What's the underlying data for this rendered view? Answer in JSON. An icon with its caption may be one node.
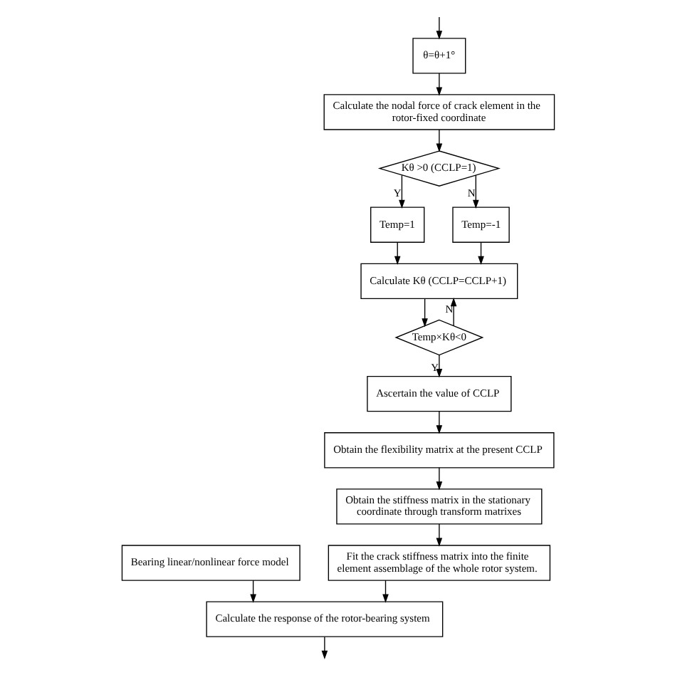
{
  "diagram": {
    "nodes": [
      {
        "text": [
          "θ=θ+1°"
        ]
      },
      {
        "text": [
          "Calculate the nodal force of crack element in the rotor-fixed coordinate"
        ]
      },
      {
        "text": [
          "Kθ >0 (CCLP=1)"
        ]
      },
      {
        "text": [
          "Temp=1"
        ]
      },
      {
        "text": [
          "Temp=-1"
        ]
      },
      {
        "text": [
          "Calculate Kθ (CCLP=CCLP+1)"
        ]
      },
      {
        "text": [
          "Temp×Kθ<0"
        ]
      },
      {
        "text": [
          "Ascertain the value of CCLP"
        ]
      },
      {
        "text": [
          "Obtain the flexibility matrix at the present CCLP"
        ]
      },
      {
        "text": [
          "Obtain the stiffness matrix in the stationary coordinate through transform matrixes"
        ]
      },
      {
        "text": [
          "Fit the crack stiffness matrix into the finite element assemblage of the whole rotor system."
        ]
      },
      {
        "text": [
          "Bearing linear/nonlinear force model"
        ]
      },
      {
        "text": [
          "Calculate the response of the rotor-bearing system"
        ]
      }
    ],
    "edges": [
      {
        "from": null,
        "to": 0,
        "arrow": "to"
      },
      {
        "from": 0,
        "to": 1,
        "arrow": "to"
      },
      {
        "from": 1,
        "to": 2,
        "arrow": "to"
      },
      {
        "from": 2,
        "to": 3,
        "arrow": "to",
        "label": "Y"
      },
      {
        "from": 2,
        "to": 4,
        "arrow": "to",
        "label": "N"
      },
      {
        "from": 3,
        "to": 5,
        "arrow": "to"
      },
      {
        "from": 4,
        "to": 5,
        "arrow": "to"
      },
      {
        "from": 5,
        "to": 6,
        "arrow": "to"
      },
      {
        "from": 6,
        "to": 5,
        "arrow": "to",
        "label": "N"
      },
      {
        "from": 6,
        "to": 7,
        "arrow": "to",
        "label": "Y"
      },
      {
        "from": 7,
        "to": 8,
        "arrow": "to"
      },
      {
        "from": 8,
        "to": 9,
        "arrow": "to"
      },
      {
        "from": 9,
        "to": 10,
        "arrow": "to"
      },
      {
        "from": 10,
        "to": 12,
        "arrow": "to"
      },
      {
        "from": 11,
        "to": 12,
        "arrow": "to"
      },
      {
        "from": 12,
        "to": null,
        "arrow": "to"
      }
    ]
  }
}
